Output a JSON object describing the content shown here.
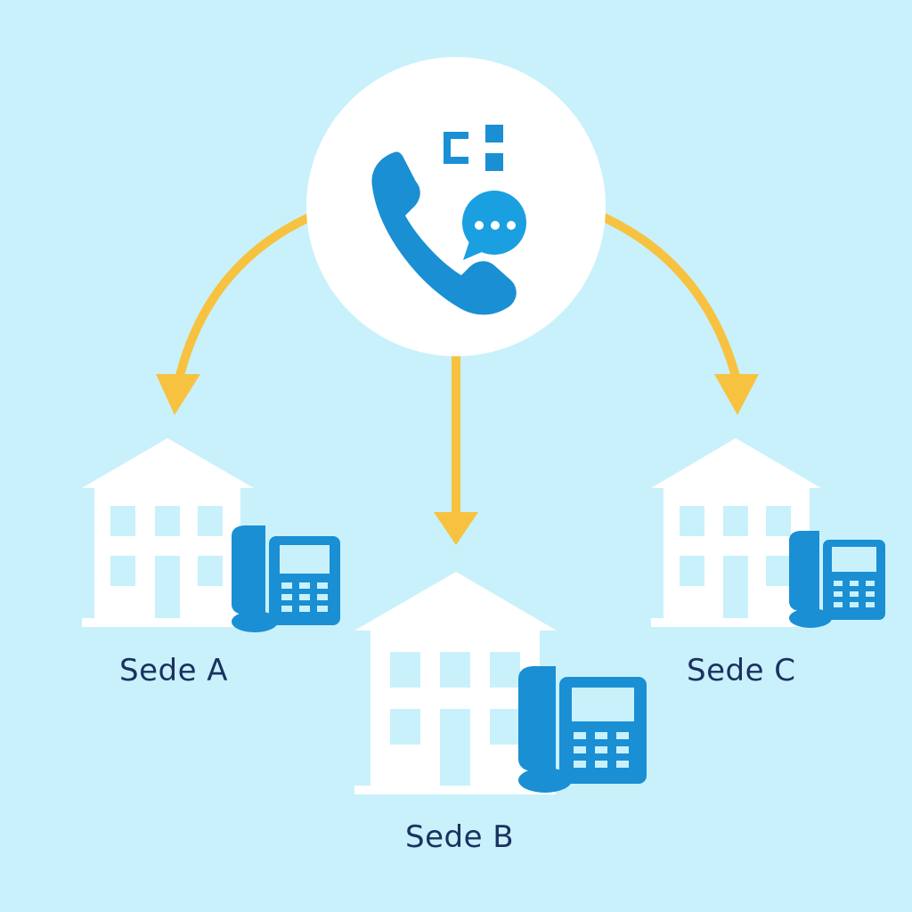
{
  "colors": {
    "background": "#c9f1fb",
    "hub_circle": "#ffffff",
    "arrow": "#f7c240",
    "icon_blue": "#1a8fd4",
    "building": "#ffffff",
    "window": "#c9f1fb",
    "label_text": "#1b3160"
  },
  "hub": {
    "icons": [
      "phone-handset-icon",
      "chat-bubble-icon",
      "qr-code-icon"
    ]
  },
  "sites": [
    {
      "label": "Sede A",
      "icon": "building-icon"
    },
    {
      "label": "Sede B",
      "icon": "building-icon"
    },
    {
      "label": "Sede C",
      "icon": "building-icon"
    }
  ],
  "site_phone_icon": "desk-phone-icon",
  "arrow_icon": "arrow-down-icon"
}
